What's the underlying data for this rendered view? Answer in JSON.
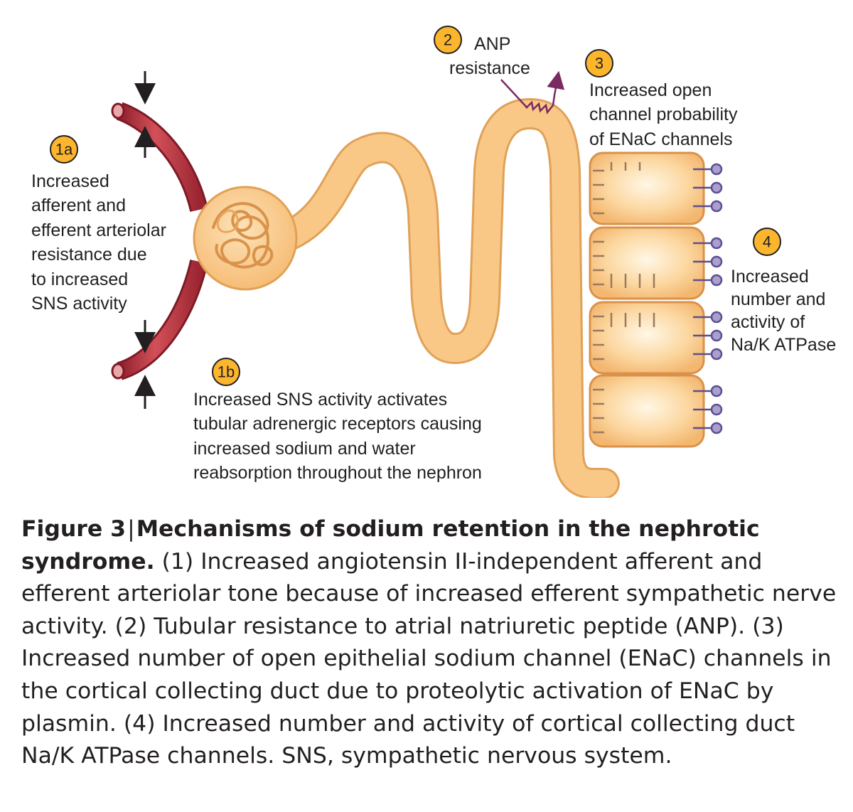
{
  "labels": {
    "m1a": {
      "badge": "1a",
      "lines": [
        "Increased",
        "afferent and",
        "efferent arteriolar",
        "resistance due",
        "to increased",
        "SNS activity"
      ]
    },
    "m1b": {
      "badge": "1b",
      "lines": [
        "Increased SNS activity activates",
        "tubular adrenergic receptors causing",
        "increased sodium and water",
        "reabsorption throughout the nephron"
      ]
    },
    "m2": {
      "badge": "2",
      "lines": [
        "ANP",
        "resistance"
      ]
    },
    "m3": {
      "badge": "3",
      "lines": [
        "Increased open",
        "channel probability",
        "of ENaC channels"
      ]
    },
    "m4": {
      "badge": "4",
      "lines": [
        "Increased",
        "number and",
        "activity of",
        "Na/K ATPase"
      ]
    }
  },
  "caption": {
    "figure": "Figure 3",
    "separator": "|",
    "title": "Mechanisms of sodium retention in the nephrotic syndrome.",
    "body": " (1) Increased angiotensin II-independent afferent and efferent arteriolar tone because of increased efferent sympathetic nerve activity. (2) Tubular resistance to atrial natriuretic peptide (ANP). (3) Increased number of open epithelial sodium channel (ENaC) channels in the cortical collecting duct due to proteolytic activation of ENaC by plasmin. (4) Increased number and activity of cortical collecting duct Na/K ATPase channels. SNS, sympathetic nervous system."
  },
  "colors": {
    "tubule": "#f8c47e",
    "tubule_edge": "#e8a85a",
    "arteriole": "#c83b45",
    "arteriole_edge": "#8e1f2b",
    "badge_fill": "#fcb62e",
    "receptor": "#8c82b8",
    "arrow": "#7a2a5e"
  }
}
